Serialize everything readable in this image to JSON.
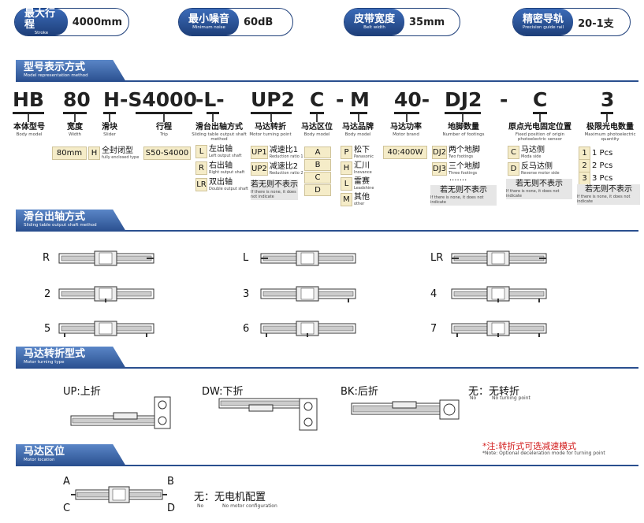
{
  "specs": [
    {
      "zh": "最大行程",
      "en": "Stroke",
      "value": "4000mm"
    },
    {
      "zh": "最小噪音",
      "en": "Minimum noise",
      "value": "60dB"
    },
    {
      "zh": "皮带宽度",
      "en": "Belt width",
      "value": "35mm"
    },
    {
      "zh": "精密导轨",
      "en": "Precision guide rail",
      "value": "20-1支"
    }
  ],
  "sections": {
    "model": {
      "zh": "型号表示方式",
      "en": "Model representation method"
    },
    "shaft": {
      "zh": "滑台出轴方式",
      "en": "Sliding table output shaft method"
    },
    "turn": {
      "zh": "马达转折型式",
      "en": "Motor turning type"
    },
    "location": {
      "zh": "马达区位",
      "en": "Motor location"
    }
  },
  "code": [
    "HB",
    "80",
    "H",
    "-S4000",
    "-L-",
    "UP2",
    "C",
    "-",
    "M",
    "40-",
    "DJ2",
    "-",
    "C",
    "3"
  ],
  "columns": [
    {
      "zh": "本体型号",
      "en": "Body model"
    },
    {
      "zh": "宽度",
      "en": "Width"
    },
    {
      "zh": "滑块",
      "en": "Slider"
    },
    {
      "zh": "行程",
      "en": "Trip"
    },
    {
      "zh": "滑台出轴方式",
      "en": "Sliding table output shaft method"
    },
    {
      "zh": "马达转折",
      "en": "Motor turning point"
    },
    {
      "zh": "马达区位",
      "en": "Body model"
    },
    {
      "zh": "马达品牌",
      "en": "Body model"
    },
    {
      "zh": "马达功率",
      "en": "Motor brand"
    },
    {
      "zh": "地脚数量",
      "en": "Number of footings"
    },
    {
      "zh": "原点光电固定位置",
      "en": "Fixed position of origin photoelectric sensor"
    },
    {
      "zh": "极限光电数量",
      "en": "Maximum photoelectric quantity"
    }
  ],
  "width_val": "80mm",
  "slider": {
    "k": "H",
    "zh": "全封闭型",
    "en": "fully enclosed type"
  },
  "trip_val": "S50-S4000",
  "shaft_opts": [
    {
      "k": "L",
      "zh": "左出轴",
      "en": "Left output shaft"
    },
    {
      "k": "R",
      "zh": "右出轴",
      "en": "Right output shaft"
    },
    {
      "k": "LR",
      "zh": "双出轴",
      "en": "Double output shaft"
    }
  ],
  "turn_opts": [
    {
      "k": "UP1",
      "zh": "减速比1",
      "en": "Reduction ratio 1"
    },
    {
      "k": "UP2",
      "zh": "减速比2",
      "en": "Reduction ratio 2"
    }
  ],
  "turn_none": {
    "zh": "若无则不表示",
    "en": "If there is none, it does not indicate"
  },
  "loc_opts": [
    "A",
    "B",
    "C",
    "D"
  ],
  "brand_opts": [
    {
      "k": "P",
      "zh": "松下",
      "en": "Panasonic"
    },
    {
      "k": "H",
      "zh": "汇川",
      "en": "Inovance"
    },
    {
      "k": "L",
      "zh": "雷赛",
      "en": "Leadshine"
    },
    {
      "k": "M",
      "zh": "其他",
      "en": "other"
    }
  ],
  "power_val": "40:400W",
  "foot_opts": [
    {
      "k": "DJ2",
      "zh": "两个地脚",
      "en": "Two footings"
    },
    {
      "k": "DJ3",
      "zh": "三个地脚",
      "en": "Three footings"
    }
  ],
  "foot_dots": "·······",
  "foot_none": {
    "zh": "若无则不表示",
    "en": "If there is none, it does not indicate"
  },
  "origin_opts": [
    {
      "k": "C",
      "zh": "马达侧",
      "en": "Moda side"
    },
    {
      "k": "D",
      "zh": "反马达侧",
      "en": "Reverse motor side"
    }
  ],
  "origin_none": {
    "zh": "若无则不表示",
    "en": "If there is none, it does not indicate"
  },
  "limit_opts": [
    {
      "k": "1",
      "v": "1 Pcs"
    },
    {
      "k": "2",
      "v": "2 Pcs"
    },
    {
      "k": "3",
      "v": "3 Pcs"
    }
  ],
  "limit_none": {
    "zh": "若无则不表示",
    "en": "If there is none, it does not indicate"
  },
  "shaft_labels": [
    "R",
    "L",
    "LR",
    "2",
    "3",
    "4",
    "5",
    "6",
    "7"
  ],
  "turn_types": [
    {
      "label": "UP:上折"
    },
    {
      "label": "DW:下折"
    },
    {
      "label": "BK:后折"
    },
    {
      "label": "无：无转折",
      "en_no": "No",
      "en": "No turning point"
    }
  ],
  "note": {
    "zh": "*注:转折式可选减速模式",
    "en": "*Note: Optional deceleration mode for turning point"
  },
  "location_labels": [
    "A",
    "B",
    "C",
    "D"
  ],
  "no_motor": {
    "zh": "无：无电机配置",
    "en_no": "No",
    "en": "No motor configuration"
  }
}
